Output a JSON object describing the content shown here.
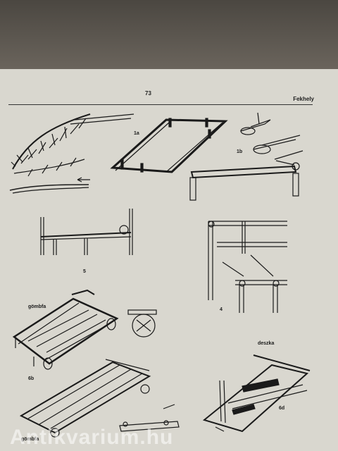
{
  "header": {
    "page_number": "73",
    "running_head": "Fekhely"
  },
  "figures": {
    "fig_1a": "1a",
    "fig_1b": "1b",
    "fig_4": "4",
    "fig_5": "5",
    "fig_6b": "6b",
    "fig_6d": "6d",
    "gombfa_top": "gömbfa",
    "gombfa_bottom": "gömbfa",
    "deszka": "deszka"
  },
  "watermark": "Antikvarium.hu"
}
